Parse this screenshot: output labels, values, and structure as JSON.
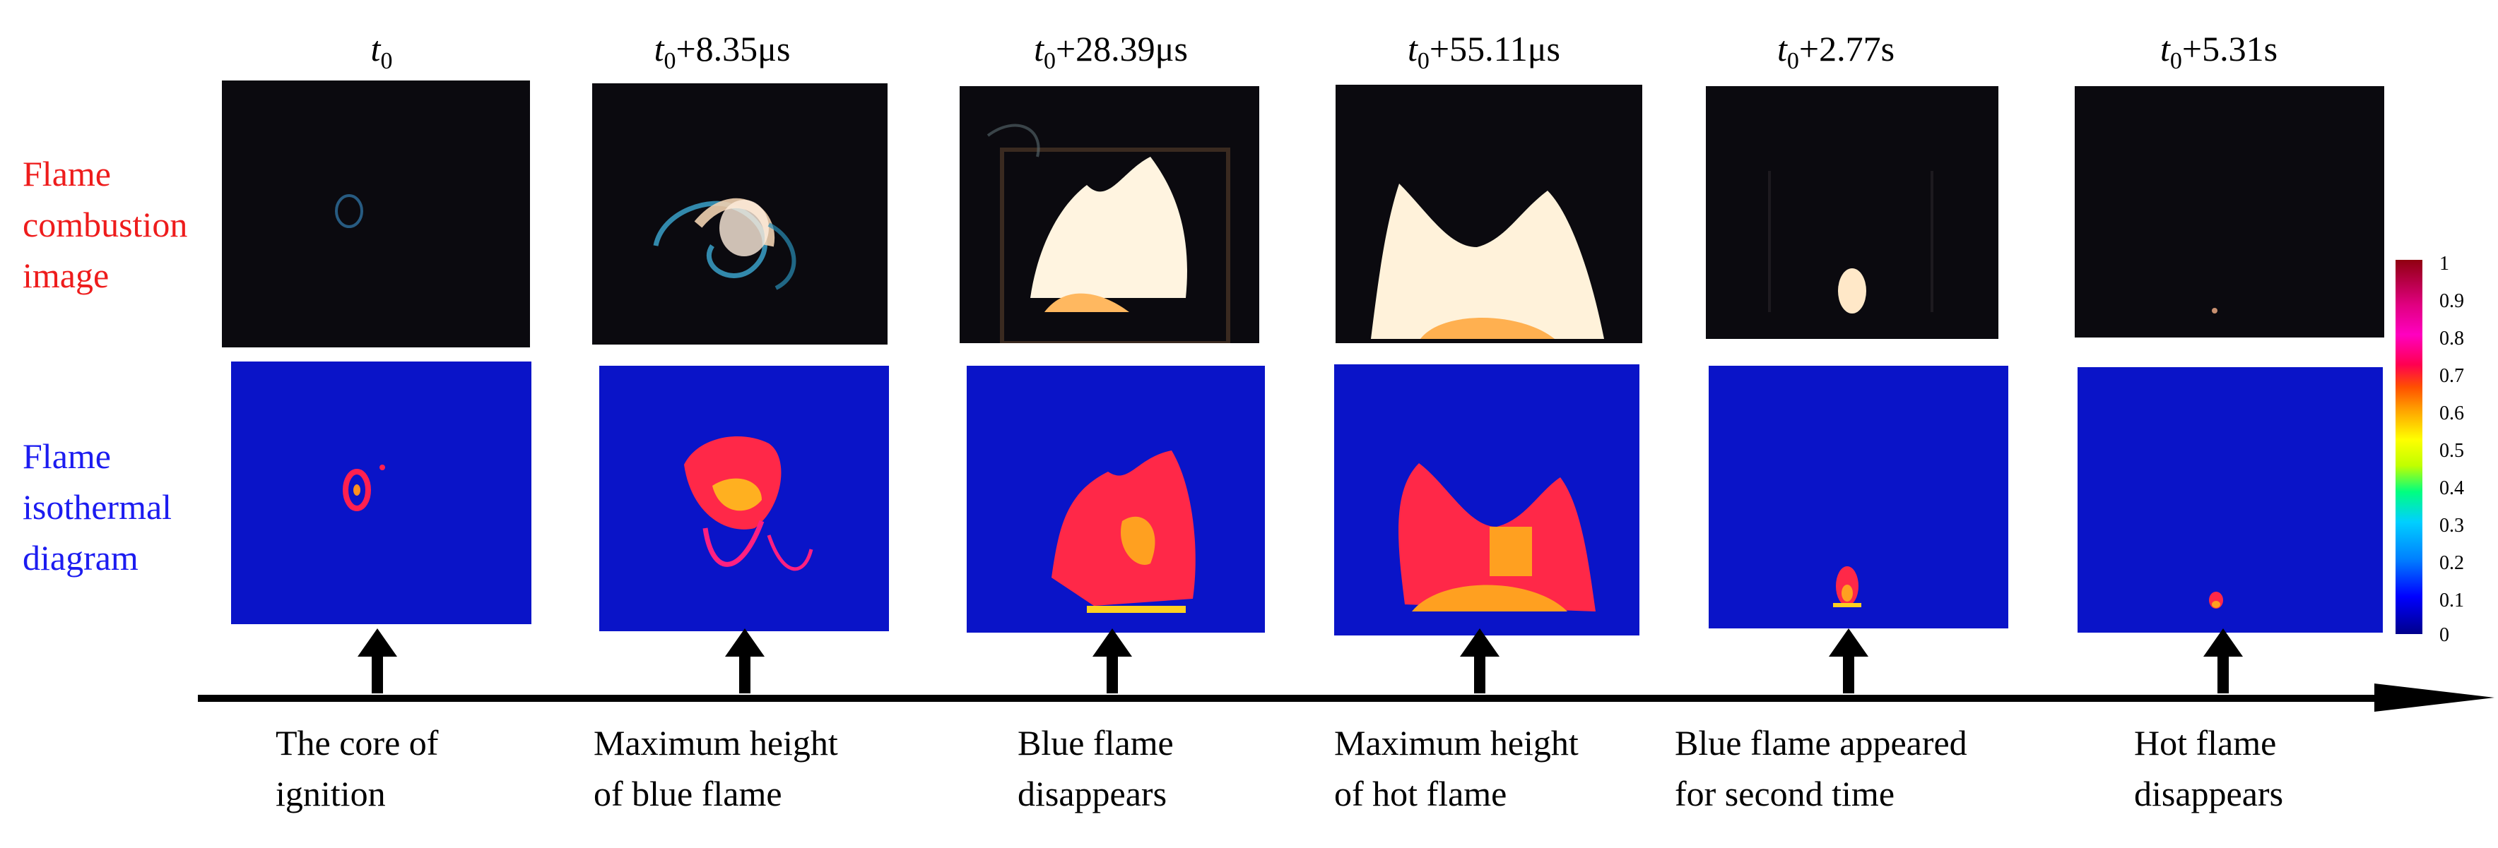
{
  "row_labels": {
    "top": [
      "Flame",
      "combustion",
      "image"
    ],
    "bottom": [
      "Flame",
      "isothermal",
      "diagram"
    ]
  },
  "columns": [
    {
      "time_base": "t",
      "time_sub": "0",
      "time_suffix": "",
      "event_line1": "The core of",
      "event_line2": "ignition"
    },
    {
      "time_base": "t",
      "time_sub": "0",
      "time_suffix": "+8.35μs",
      "event_line1": "Maximum height",
      "event_line2": "of blue flame"
    },
    {
      "time_base": "t",
      "time_sub": "0",
      "time_suffix": "+28.39μs",
      "event_line1": "Blue flame",
      "event_line2": "disappears"
    },
    {
      "time_base": "t",
      "time_sub": "0",
      "time_suffix": "+55.11μs",
      "event_line1": "Maximum height",
      "event_line2": "of hot flame"
    },
    {
      "time_base": "t",
      "time_sub": "0",
      "time_suffix": "+2.77s",
      "event_line1": "Blue flame appeared",
      "event_line2": "for second time"
    },
    {
      "time_base": "t",
      "time_sub": "0",
      "time_suffix": "+5.31s",
      "event_line1": "Hot flame",
      "event_line2": "disappears"
    }
  ],
  "colorbar": {
    "ticks": [
      "1",
      "0.9",
      "0.8",
      "0.7",
      "0.6",
      "0.5",
      "0.4",
      "0.3",
      "0.2",
      "0.1",
      "0"
    ],
    "min_color": "#00008b",
    "max_color": "#900010"
  },
  "colors": {
    "top_label": "#ee1c1c",
    "bottom_label": "#1c1cf0",
    "thermal_background": "#0a14c8"
  }
}
